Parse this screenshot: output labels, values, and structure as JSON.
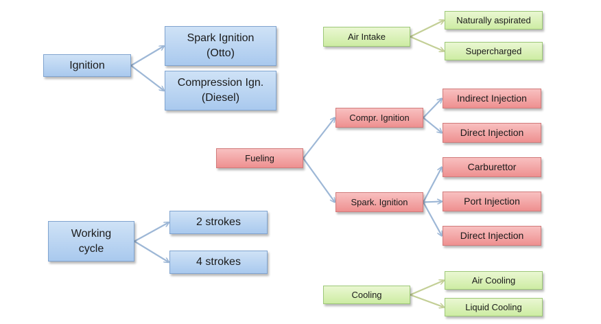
{
  "colors": {
    "blue": "#a9c9ee",
    "red": "#ee9090",
    "green": "#cdeca3",
    "connector": "#9db7d6"
  },
  "nodes": {
    "ignition": "Ignition",
    "spark_ignition_otto": "Spark Ignition\n(Otto)",
    "compression_ign_diesel": "Compression Ign.\n(Diesel)",
    "working_cycle": "Working\ncycle",
    "two_strokes": "2 strokes",
    "four_strokes": "4 strokes",
    "air_intake": "Air Intake",
    "naturally_aspirated": "Naturally  aspirated",
    "supercharged": "Supercharged",
    "fueling": "Fueling",
    "compr_ignition": "Compr. Ignition",
    "spark_ignition": "Spark. Ignition",
    "indirect_injection": "Indirect Injection",
    "direct_injection_ci": "Direct Injection",
    "carburettor": "Carburettor",
    "port_injection": "Port Injection",
    "direct_injection_si": "Direct Injection",
    "cooling": "Cooling",
    "air_cooling": "Air Cooling",
    "liquid_cooling": "Liquid Cooling"
  },
  "edges": [
    [
      "ignition",
      "spark_ignition_otto"
    ],
    [
      "ignition",
      "compression_ign_diesel"
    ],
    [
      "working_cycle",
      "two_strokes"
    ],
    [
      "working_cycle",
      "four_strokes"
    ],
    [
      "air_intake",
      "naturally_aspirated"
    ],
    [
      "air_intake",
      "supercharged"
    ],
    [
      "fueling",
      "compr_ignition"
    ],
    [
      "fueling",
      "spark_ignition"
    ],
    [
      "compr_ignition",
      "indirect_injection"
    ],
    [
      "compr_ignition",
      "direct_injection_ci"
    ],
    [
      "spark_ignition",
      "carburettor"
    ],
    [
      "spark_ignition",
      "port_injection"
    ],
    [
      "spark_ignition",
      "direct_injection_si"
    ],
    [
      "cooling",
      "air_cooling"
    ],
    [
      "cooling",
      "liquid_cooling"
    ]
  ]
}
